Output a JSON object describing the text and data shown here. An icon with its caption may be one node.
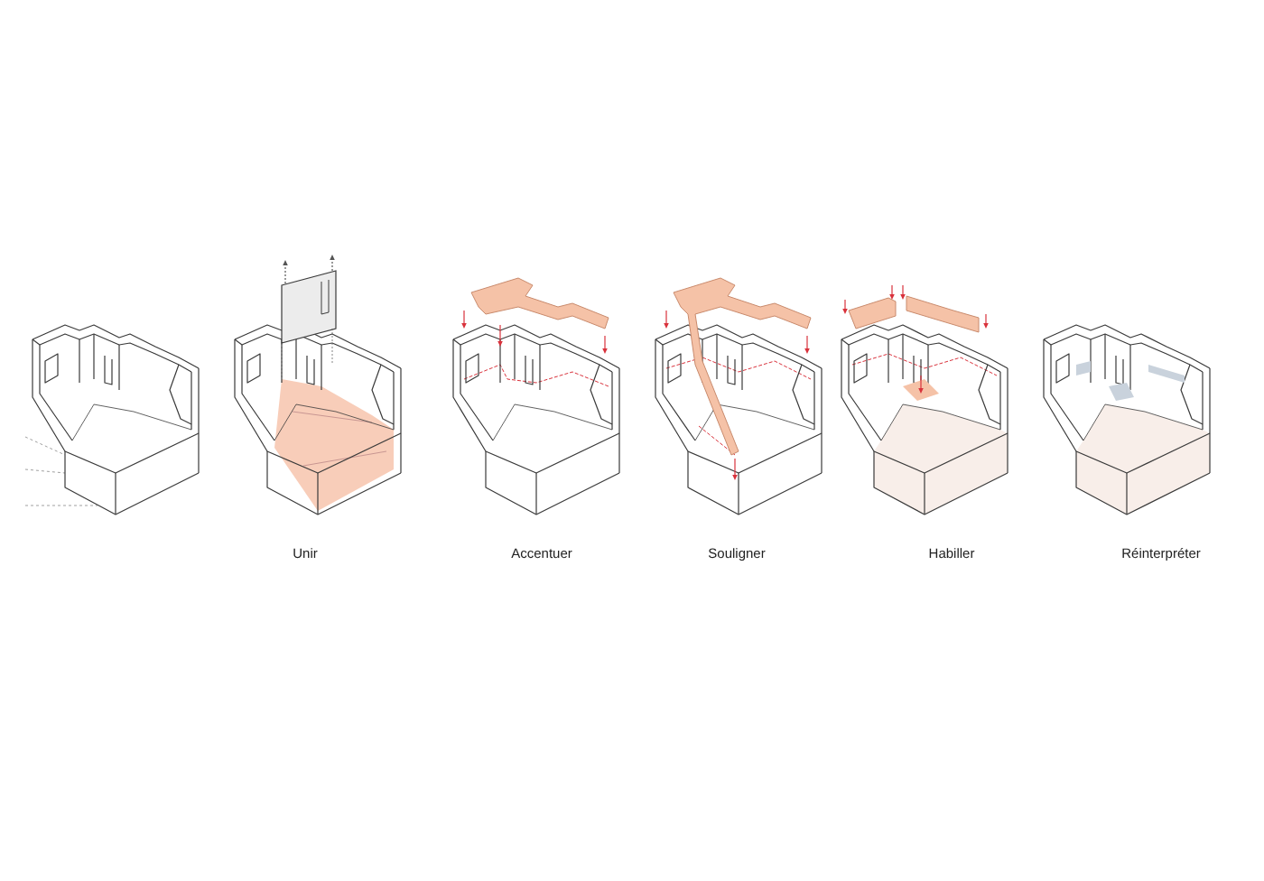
{
  "diagram": {
    "labels": [
      "Unir",
      "Accentuer",
      "Souligner",
      "Habiller",
      "Réinterpréter"
    ]
  }
}
